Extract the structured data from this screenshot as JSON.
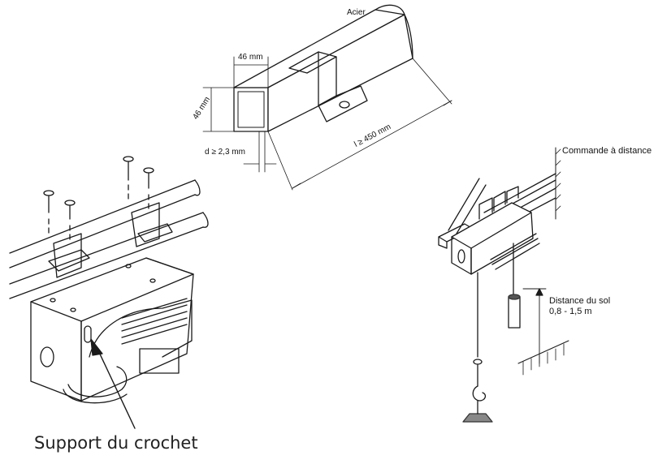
{
  "labels": {
    "steel": "Acier",
    "width": "46 mm",
    "height": "46 mm",
    "thickness": "d ≥ 2,3 mm",
    "length": "l ≥ 450 mm",
    "remote": "Commande à distance",
    "ground_distance_title": "Distance du sol",
    "ground_distance_value": "0,8 - 1,5 m",
    "hook_support": "Support du crochet"
  },
  "colors": {
    "line": "#1a1a1a",
    "background": "#ffffff"
  }
}
